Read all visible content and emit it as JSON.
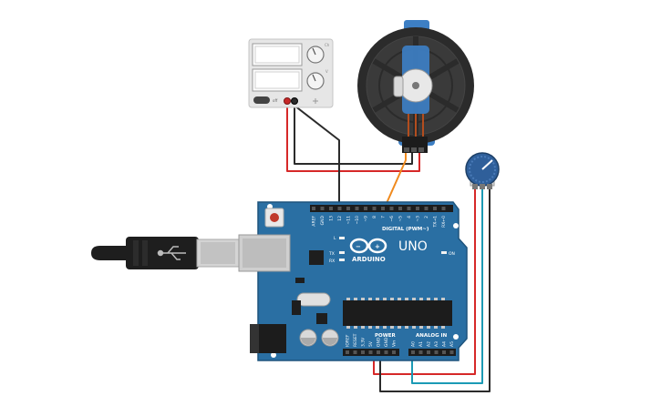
{
  "board": {
    "brand": "ARDUINO",
    "model": "UNO",
    "digital_label": "DIGITAL (PWM~)",
    "power_label": "POWER",
    "analog_label": "ANALOG IN",
    "on_label": "ON",
    "tx_label": "TX",
    "rx_label": "RX",
    "l_label": "L",
    "digital_pins": [
      "AREF",
      "GND",
      "13",
      "12",
      "~11",
      "~10",
      "~9",
      "8",
      "7",
      "~6",
      "~5",
      "4",
      "~3",
      "2",
      "TX→1",
      "RX←0"
    ],
    "power_pins": [
      "IOREF",
      "RESET",
      "3.3V",
      "5V",
      "GND",
      "GND",
      "Vin"
    ],
    "analog_pins": [
      "A0",
      "A1",
      "A2",
      "A3",
      "A4",
      "A5"
    ]
  },
  "power_supply": {
    "knob1_label": "Ch",
    "knob2_label": "V",
    "switch_label": "off"
  },
  "colors": {
    "board": "#2a6fa3",
    "wire_red": "#d62828",
    "wire_black": "#2b2b2b",
    "wire_orange": "#f08a1d",
    "wire_teal": "#1b9ab5",
    "servo_blue": "#3d7fc4",
    "pot_blue": "#2f5f9a"
  }
}
